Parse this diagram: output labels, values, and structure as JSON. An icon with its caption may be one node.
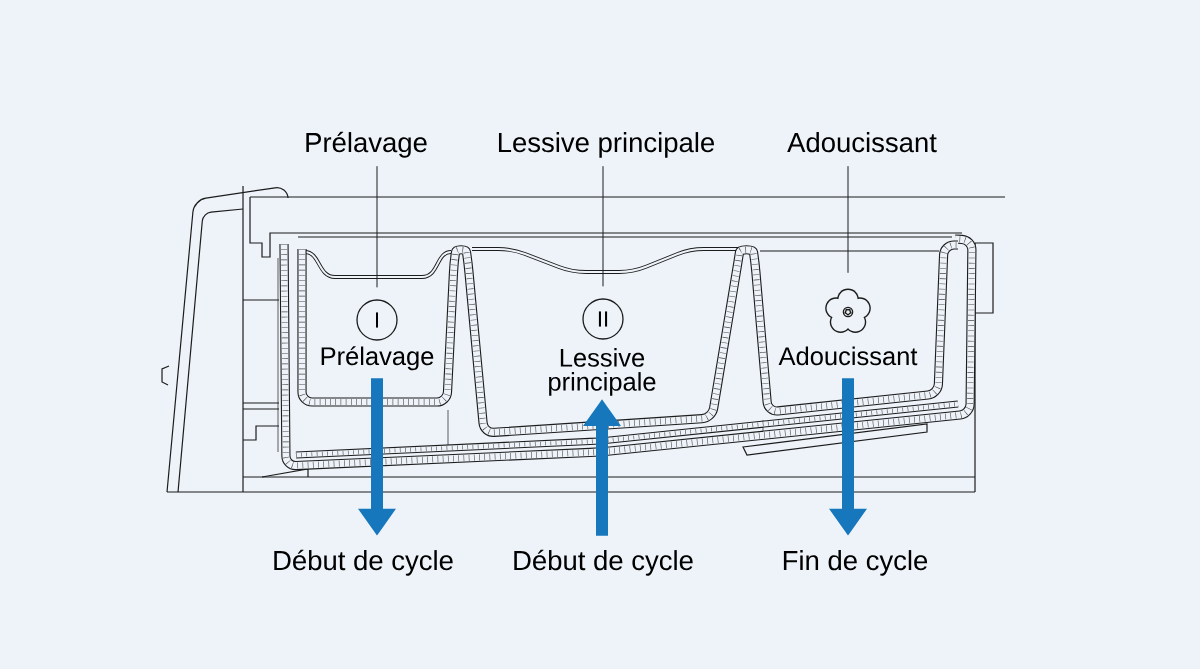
{
  "diagram": {
    "nodes": [
      {
        "text": [
          "Prélavage"
        ]
      },
      {
        "text": [
          "Lessive principale"
        ]
      },
      {
        "text": [
          "Adoucissant"
        ]
      },
      {
        "text": [
          "I"
        ]
      },
      {
        "text": [
          "Prélavage"
        ]
      },
      {
        "text": [
          "II"
        ]
      },
      {
        "text": [
          "Lessive principale"
        ]
      },
      {
        "text": [],
        "shape": "flower"
      },
      {
        "text": [
          "Adoucissant"
        ]
      },
      {
        "text": [
          "Début de cycle"
        ]
      },
      {
        "text": [
          "Début de cycle"
        ]
      },
      {
        "text": [
          "Fin de cycle"
        ]
      }
    ],
    "edges": [
      {
        "from": 0,
        "to": 3,
        "arrow": "none"
      },
      {
        "from": 1,
        "to": 5,
        "arrow": "none"
      },
      {
        "from": 2,
        "to": 7,
        "arrow": "none"
      },
      {
        "from": 4,
        "to": 9,
        "arrow": "to",
        "style": "thick",
        "color": "#1677bd"
      },
      {
        "from": 10,
        "to": 6,
        "arrow": "to",
        "style": "thick",
        "color": "#1677bd"
      },
      {
        "from": 8,
        "to": 11,
        "arrow": "to",
        "style": "thick",
        "color": "#1677bd"
      }
    ]
  }
}
